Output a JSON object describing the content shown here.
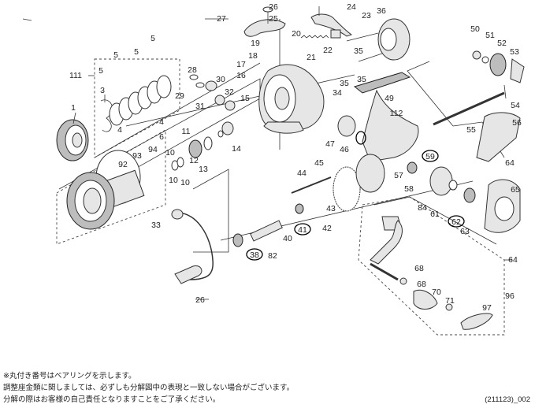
{
  "diagram": {
    "title": "Spinning reel exploded parts diagram",
    "bearing_ring_color": "#000000",
    "part_numbers": [
      "1",
      "3",
      "4",
      "4",
      "5",
      "5",
      "5",
      "5",
      "6",
      "10",
      "10",
      "10",
      "11",
      "12",
      "13",
      "14",
      "15",
      "16",
      "17",
      "18",
      "19",
      "20",
      "21",
      "22",
      "23",
      "24",
      "25",
      "26",
      "26",
      "27",
      "28",
      "29",
      "30",
      "31",
      "32",
      "33",
      "34",
      "35",
      "35",
      "35",
      "36",
      "38",
      "40",
      "41",
      "42",
      "43",
      "44",
      "45",
      "46",
      "47",
      "49",
      "50",
      "51",
      "52",
      "53",
      "54",
      "55",
      "56",
      "57",
      "58",
      "59",
      "61",
      "62",
      "63",
      "64",
      "64",
      "65",
      "68",
      "68",
      "70",
      "71",
      "82",
      "84",
      "92",
      "93",
      "94",
      "96",
      "97",
      "111",
      "112"
    ],
    "bearing_parts": [
      "38",
      "41",
      "59",
      "62"
    ],
    "group_labels": [
      "111",
      "96"
    ]
  },
  "notes": {
    "line1": "※丸付き番号はベアリングを示します。",
    "line2": "調整座金類に関しましては、必ずしも分解図中の表現と一致しない場合がございます。",
    "line3": "分解の際はお客様の自己責任となりますことをご了承ください。"
  },
  "footer": {
    "code": "(211123)_002"
  }
}
